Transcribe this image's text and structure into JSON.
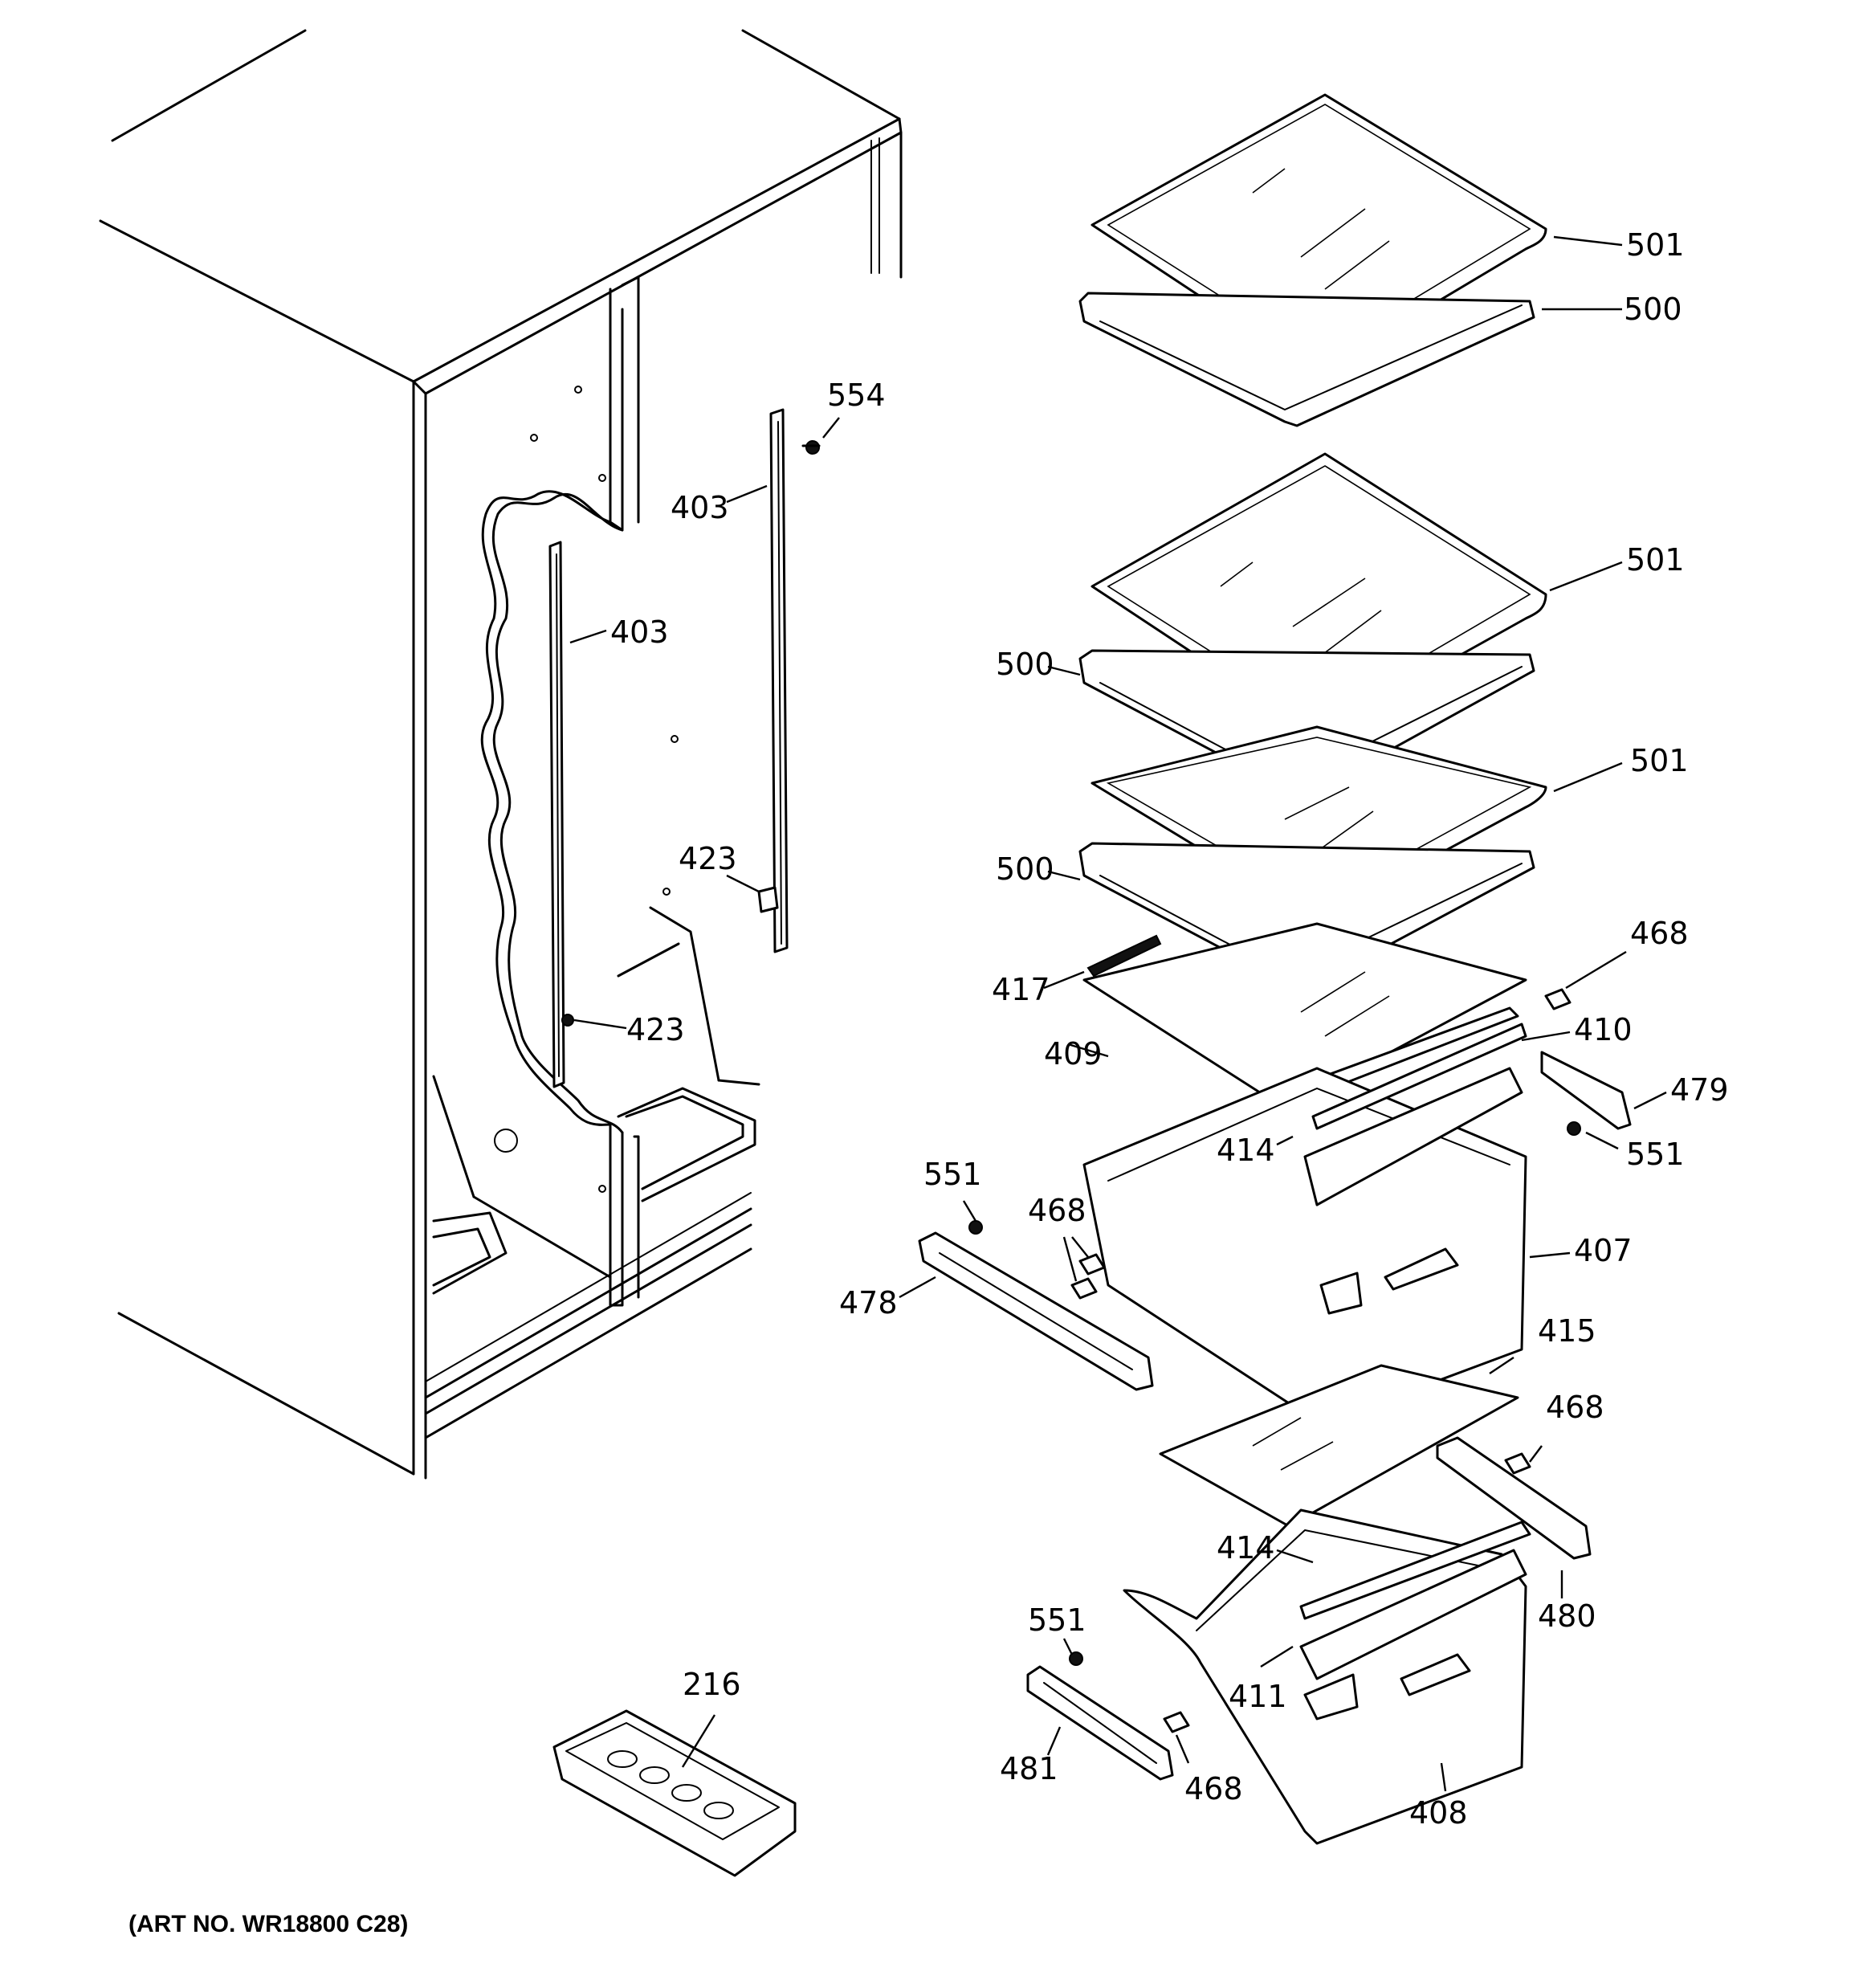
{
  "art_number": "(ART NO. WR18800 C28)",
  "callouts": [
    {
      "id": "c501a",
      "text": "501"
    },
    {
      "id": "c500a",
      "text": "500"
    },
    {
      "id": "c554",
      "text": "554"
    },
    {
      "id": "c403a",
      "text": "403"
    },
    {
      "id": "c403b",
      "text": "403"
    },
    {
      "id": "c501b",
      "text": "501"
    },
    {
      "id": "c500b",
      "text": "500"
    },
    {
      "id": "c501c",
      "text": "501"
    },
    {
      "id": "c500c",
      "text": "500"
    },
    {
      "id": "c423a",
      "text": "423"
    },
    {
      "id": "c423b",
      "text": "423"
    },
    {
      "id": "c468a",
      "text": "468"
    },
    {
      "id": "c417",
      "text": "417"
    },
    {
      "id": "c410",
      "text": "410"
    },
    {
      "id": "c409",
      "text": "409"
    },
    {
      "id": "c479",
      "text": "479"
    },
    {
      "id": "c414a",
      "text": "414"
    },
    {
      "id": "c551a",
      "text": "551"
    },
    {
      "id": "c551b",
      "text": "551"
    },
    {
      "id": "c468b",
      "text": "468"
    },
    {
      "id": "c407",
      "text": "407"
    },
    {
      "id": "c478",
      "text": "478"
    },
    {
      "id": "c415",
      "text": "415"
    },
    {
      "id": "c468c",
      "text": "468"
    },
    {
      "id": "c414b",
      "text": "414"
    },
    {
      "id": "c480",
      "text": "480"
    },
    {
      "id": "c551c",
      "text": "551"
    },
    {
      "id": "c216",
      "text": "216"
    },
    {
      "id": "c411",
      "text": "411"
    },
    {
      "id": "c481",
      "text": "481"
    },
    {
      "id": "c468d",
      "text": "468"
    },
    {
      "id": "c408",
      "text": "408"
    }
  ]
}
